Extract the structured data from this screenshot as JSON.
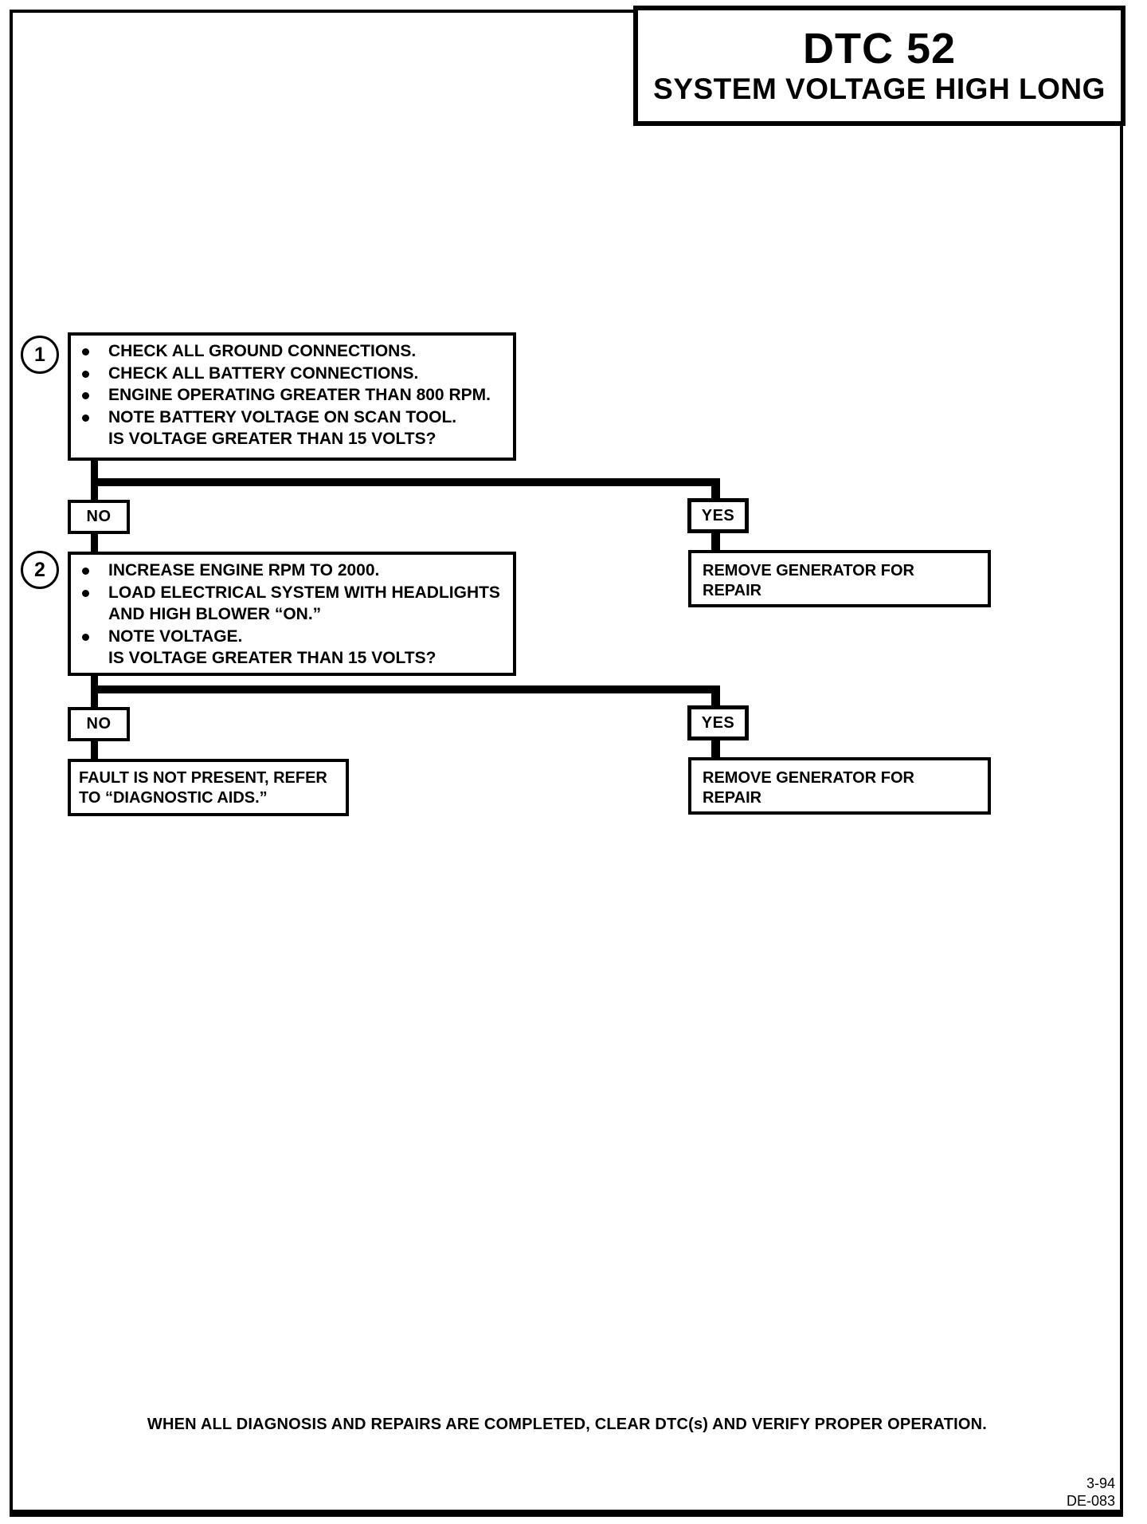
{
  "title": {
    "line1": "DTC 52",
    "line2": "SYSTEM VOLTAGE HIGH LONG"
  },
  "flowchart": {
    "step1": {
      "number": "1",
      "bullets": [
        "CHECK ALL GROUND CONNECTIONS.",
        "CHECK ALL BATTERY CONNECTIONS.",
        "ENGINE OPERATING GREATER THAN 800 RPM.",
        "NOTE BATTERY VOLTAGE ON SCAN TOOL."
      ],
      "question": "IS VOLTAGE GREATER THAN 15 VOLTS?",
      "no_label": "NO",
      "yes_label": "YES",
      "yes_result": {
        "line1": "REMOVE GENERATOR FOR",
        "line2": "REPAIR"
      }
    },
    "step2": {
      "number": "2",
      "bullets": [
        "INCREASE ENGINE RPM TO 2000.",
        "LOAD ELECTRICAL SYSTEM WITH HEADLIGHTS",
        "NOTE VOLTAGE."
      ],
      "bullet2_continuation": "AND HIGH BLOWER “ON.”",
      "question": "IS VOLTAGE GREATER THAN 15 VOLTS?",
      "no_label": "NO",
      "yes_label": "YES",
      "no_result": {
        "line1": "FAULT IS NOT PRESENT, REFER",
        "line2": "TO “DIAGNOSTIC AIDS.”"
      },
      "yes_result": {
        "line1": "REMOVE GENERATOR FOR",
        "line2": "REPAIR"
      }
    }
  },
  "footer": {
    "note": "WHEN ALL DIAGNOSIS AND REPAIRS ARE COMPLETED, CLEAR DTC(s) AND VERIFY PROPER OPERATION.",
    "page_ref": "3-94",
    "doc_ref": "DE-083"
  },
  "colors": {
    "ink": "#000000",
    "paper": "#ffffff"
  }
}
